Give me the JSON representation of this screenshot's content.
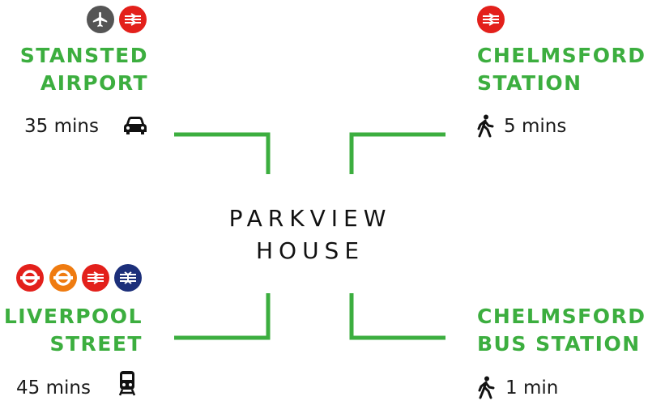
{
  "center": {
    "line1": "PARKVIEW",
    "line2": "HOUSE"
  },
  "accent_color": "#3cae3f",
  "destinations": [
    {
      "id": "stansted-airport",
      "name_line1": "STANSTED",
      "name_line2": "AIRPORT",
      "time": "35 mins",
      "mode_icon": "car-icon",
      "service_icons": [
        "airport-icon",
        "national-rail-icon"
      ]
    },
    {
      "id": "chelmsford-station",
      "name_line1": "CHELMSFORD",
      "name_line2": "STATION",
      "time": "5 mins",
      "mode_icon": "walking-icon",
      "service_icons": [
        "national-rail-icon"
      ]
    },
    {
      "id": "liverpool-street",
      "name_line1": "LIVERPOOL",
      "name_line2": "STREET",
      "time": "45 mins",
      "mode_icon": "train-icon",
      "service_icons": [
        "underground-roundel-icon",
        "overground-roundel-icon",
        "national-rail-icon",
        "elizabeth-line-icon"
      ]
    },
    {
      "id": "chelmsford-bus-station",
      "name_line1": "CHELMSFORD",
      "name_line2": "BUS STATION",
      "time": "1 min",
      "mode_icon": "walking-icon",
      "service_icons": []
    }
  ],
  "icon_colors": {
    "airport": "#555555",
    "national_rail": "#e3201b",
    "underground": "#e3201b",
    "overground": "#ef7b10",
    "elizabeth_line": "#1c2f7a"
  }
}
